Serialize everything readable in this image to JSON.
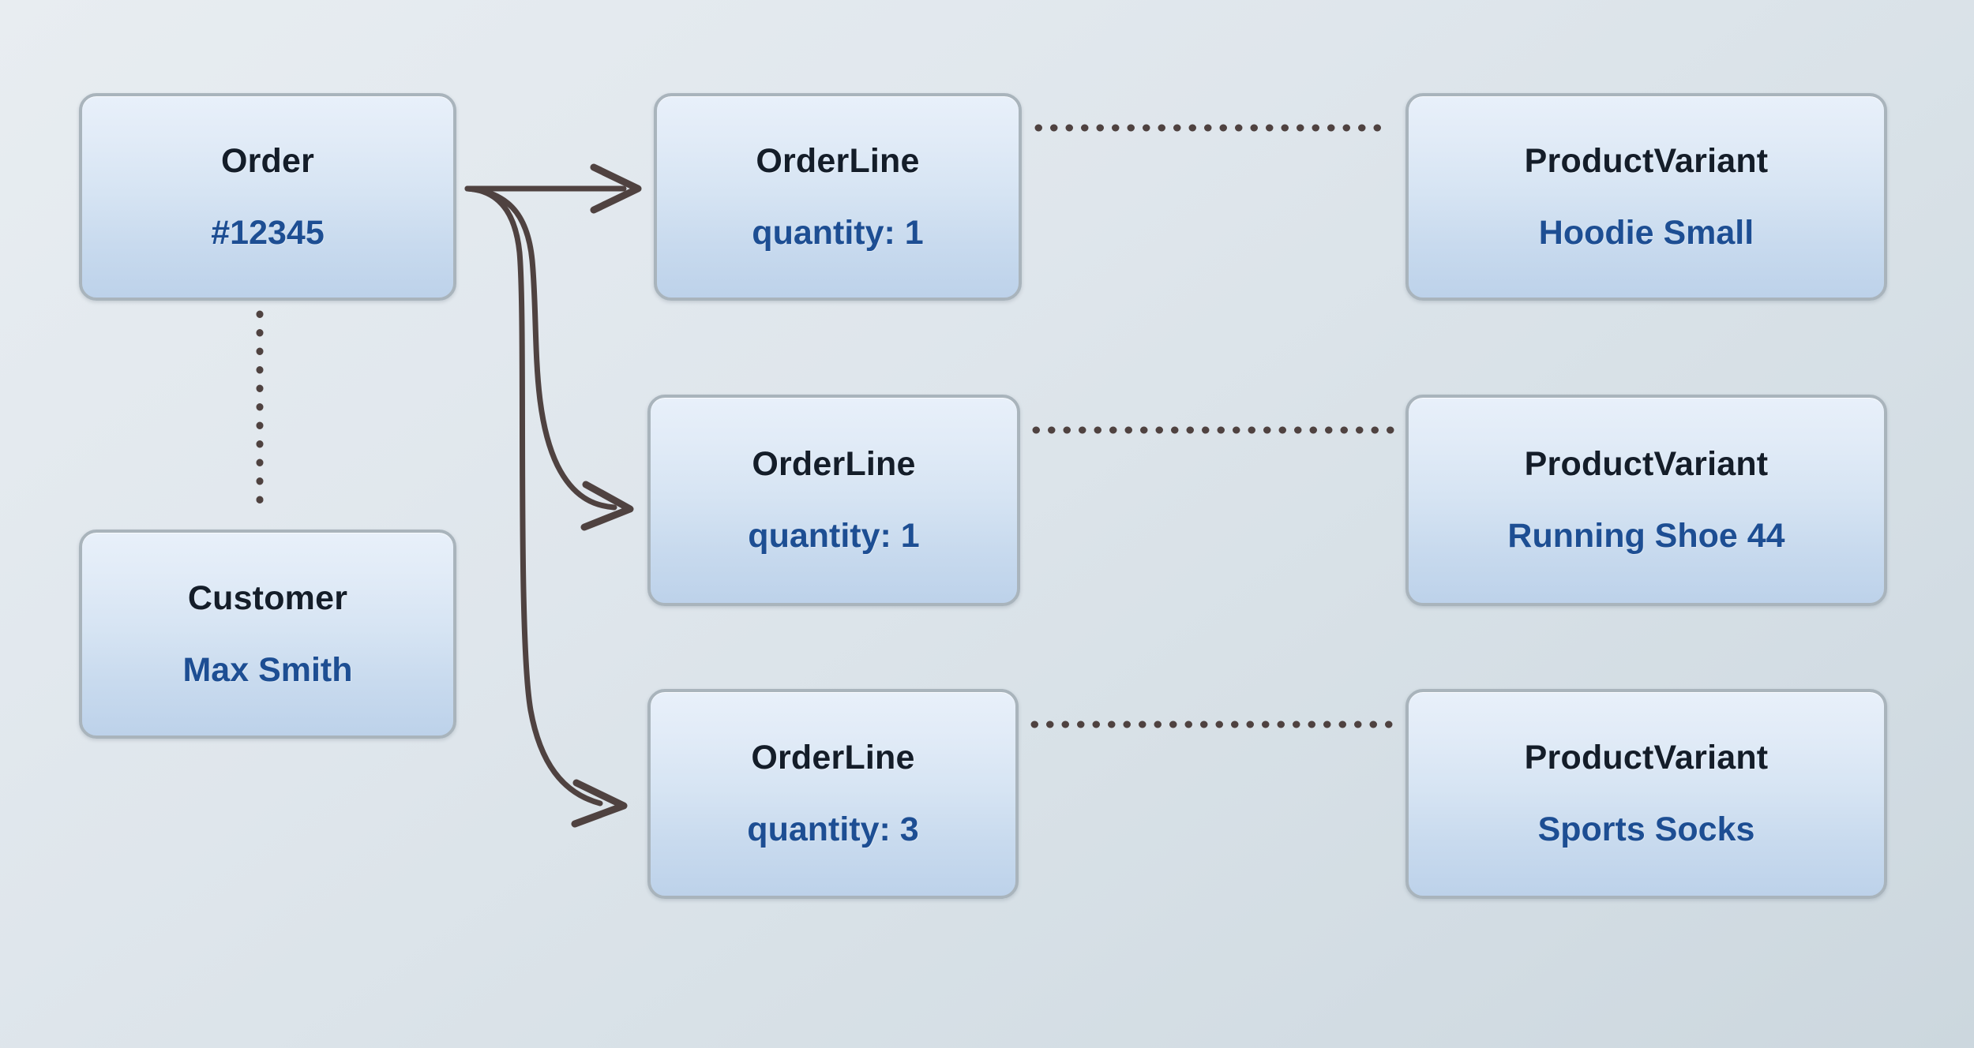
{
  "diagram": {
    "type": "entity-relationship-object-diagram",
    "background_color_top": "#e8edf1",
    "background_color_bottom": "#ccd7de",
    "node_fill_top": "#e8f0fa",
    "node_fill_bottom": "#bdd2ea",
    "node_border_color": "#a9b4bc",
    "title_color": "#141d29",
    "subtitle_color": "#1d4e93",
    "connector_color": "#4f4240"
  },
  "nodes": {
    "order": {
      "title": "Order",
      "subtitle": "#12345"
    },
    "customer": {
      "title": "Customer",
      "subtitle": "Max Smith"
    },
    "orderlines": [
      {
        "title": "OrderLine",
        "subtitle": "quantity: 1"
      },
      {
        "title": "OrderLine",
        "subtitle": "quantity: 1"
      },
      {
        "title": "OrderLine",
        "subtitle": "quantity: 3"
      }
    ],
    "variants": [
      {
        "title": "ProductVariant",
        "subtitle": "Hoodie Small"
      },
      {
        "title": "ProductVariant",
        "subtitle": "Running Shoe 44"
      },
      {
        "title": "ProductVariant",
        "subtitle": "Sports Socks"
      }
    ]
  },
  "edges": [
    {
      "name": "order-to-orderline-1",
      "style": "solid-arrow",
      "from": "Order",
      "to": "OrderLine quantity: 1"
    },
    {
      "name": "order-to-orderline-2",
      "style": "solid-arrow",
      "from": "Order",
      "to": "OrderLine quantity: 1"
    },
    {
      "name": "order-to-orderline-3",
      "style": "solid-arrow",
      "from": "Order",
      "to": "OrderLine quantity: 3"
    },
    {
      "name": "order-to-customer",
      "style": "dotted",
      "from": "Order",
      "to": "Customer"
    },
    {
      "name": "orderline-1-to-variant-1",
      "style": "dotted",
      "from": "OrderLine quantity: 1",
      "to": "ProductVariant Hoodie Small"
    },
    {
      "name": "orderline-2-to-variant-2",
      "style": "dotted",
      "from": "OrderLine quantity: 1",
      "to": "ProductVariant Running Shoe 44"
    },
    {
      "name": "orderline-3-to-variant-3",
      "style": "dotted",
      "from": "OrderLine quantity: 3",
      "to": "ProductVariant Sports Socks"
    }
  ]
}
